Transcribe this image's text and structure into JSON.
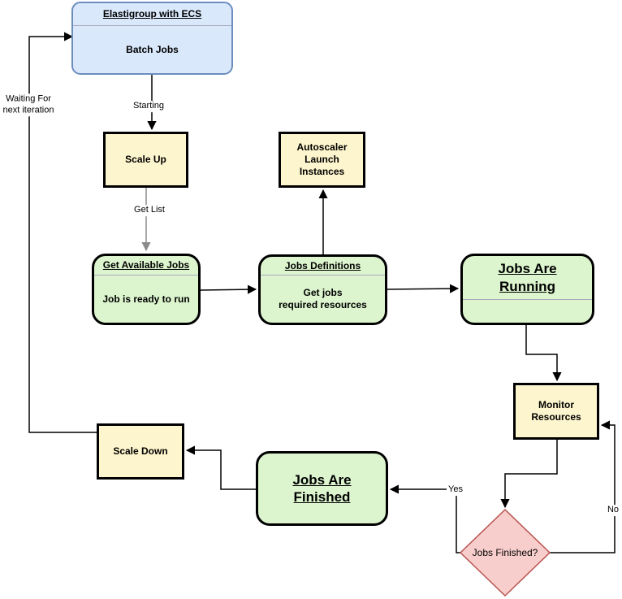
{
  "diagram": {
    "nodes": {
      "elastigroup": {
        "title": "Elastigroup with ECS",
        "body": "Batch Jobs"
      },
      "scale_up": {
        "label": "Scale Up"
      },
      "autoscaler": {
        "label": "Autoscaler\nLaunch\nInstances"
      },
      "get_available_jobs": {
        "title": "Get Available Jobs",
        "body": "Job is ready to run"
      },
      "jobs_definitions": {
        "title": "Jobs Definitions",
        "body": "Get jobs\nrequired resources"
      },
      "jobs_are_running": {
        "title": "Jobs Are\nRunning",
        "body": ""
      },
      "monitor_resources": {
        "label": "Monitor\nResources"
      },
      "jobs_finished_decision": {
        "label": "Jobs Finished?"
      },
      "jobs_are_finished": {
        "title": "Jobs Are\nFinished"
      },
      "scale_down": {
        "label": "Scale Down"
      }
    },
    "edge_labels": {
      "starting": "Starting",
      "get_list": "Get List",
      "waiting": "Waiting For\nnext iteration",
      "yes": "Yes",
      "no": "No"
    },
    "colors": {
      "start_fill": "#dae8fc",
      "start_border": "#6c8ebf",
      "process_fill": "#fdf5cd",
      "process_border": "#000000",
      "state_fill": "#dcf5ce",
      "state_border": "#000000",
      "decision_fill": "#f8cecc",
      "decision_border": "#b85450",
      "edge_default": "#000000",
      "edge_gray": "#8c8c8c"
    }
  }
}
